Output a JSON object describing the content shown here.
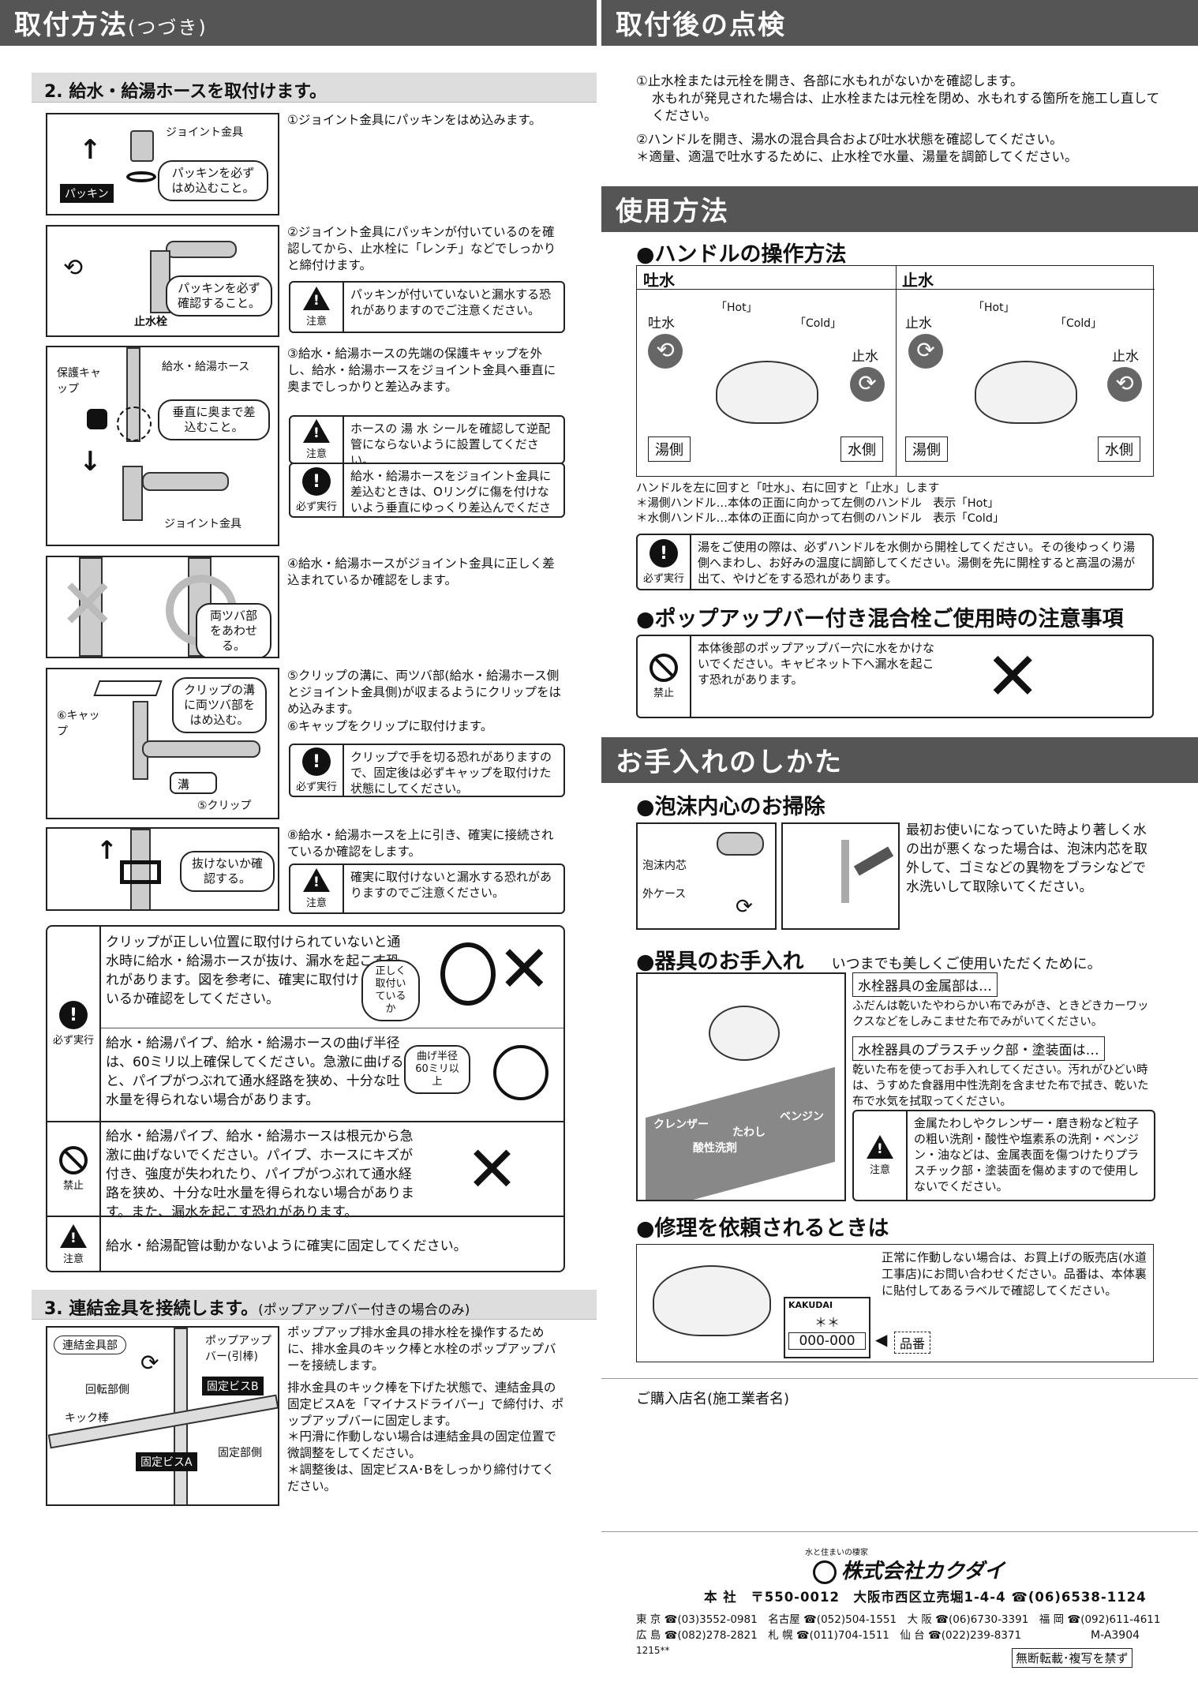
{
  "left": {
    "header_title": "取付方法",
    "header_sub": "(つづき)",
    "s2_title": "2. 給水・給湯ホースを取付けます。",
    "p1": {
      "step": "①ジョイント金具にパッキンをはめ込みます。",
      "label_joint": "ジョイント金具",
      "bubble": "パッキンを必ずはめ込むこと。",
      "tag": "パッキン"
    },
    "p2": {
      "step": "②ジョイント金具にパッキンが付いているのを確認してから、止水栓に「レンチ」などでしっかりと締付けます。",
      "bubble": "パッキンを必ず確認すること。",
      "label_valve": "止水栓",
      "note": "パッキンが付いていないと漏水する恐れがありますのでご注意ください。",
      "note_label": "注意"
    },
    "p3": {
      "step": "③給水・給湯ホースの先端の保護キャップを外し、給水・給湯ホースをジョイント金具へ垂直に奥までしっかりと差込みます。",
      "label_cap": "保護キャップ",
      "label_hose": "給水・給湯ホース",
      "bubble": "垂直に奥まで差込むこと。",
      "label_joint": "ジョイント金具",
      "note1": "ホースの 湯 水 シールを確認して逆配管にならないように設置してください。",
      "note1_label": "注意",
      "note2": "給水・給湯ホースをジョイント金具に差込むときは、Oリングに傷を付けないよう垂直にゆっくり差込んでください。",
      "note2_label": "必ず実行"
    },
    "p4": {
      "step": "④給水・給湯ホースがジョイント金具に正しく差込まれているか確認をします。",
      "bubble": "両ツバ部をあわせる。"
    },
    "p5": {
      "step5": "⑤クリップの溝に、両ツバ部(給水・給湯ホース側とジョイント金具側)が収まるようにクリップをはめ込みます。",
      "step6": "⑥キャップをクリップに取付けます。",
      "bubble": "クリップの溝に両ツバ部をはめ込む。",
      "label_cap": "⑥キャップ",
      "label_groove": "溝",
      "label_clip": "⑤クリップ",
      "note": "クリップで手を切る恐れがありますので、固定後は必ずキャップを取付けた状態にしてください。",
      "note_label": "必ず実行"
    },
    "p8": {
      "step": "⑧給水・給湯ホースを上に引き、確実に接続されているか確認をします。",
      "bubble": "抜けないか確認する。",
      "note": "確実に取付けないと漏水する恐れがありますのでご注意ください。",
      "note_label": "注意"
    },
    "warn": {
      "must_label": "必ず実行",
      "t1": "クリップが正しい位置に取付けられていないと通水時に給水・給湯ホースが抜け、漏水を起こす恐れがあります。図を参考に、確実に取付けられているか確認をしてください。",
      "b1": "正しく取付いているか",
      "t2": "給水・給湯パイプ、給水・給湯ホースの曲げ半径は、60ミリ以上確保してください。急激に曲げると、パイプがつぶれて通水経路を狭め、十分な吐水量を得られない場合があります。",
      "b2": "曲げ半径60ミリ以上",
      "prohibit_label": "禁止",
      "t3": "給水・給湯パイプ、給水・給湯ホースは根元から急激に曲げないでください。パイプ、ホースにキズが付き、強度が失われたり、パイプがつぶれて通水経路を狭め、十分な吐水量を得られない場合があります。また、漏水を起こす恐れがあります。",
      "caution_label": "注意",
      "t4": "給水・給湯配管は動かないように確実に固定してください。"
    },
    "s3_title": "3. 連結金具を接続します。",
    "s3_sub": "(ポップアップバー付きの場合のみ)",
    "s3": {
      "label_part": "連結金具部",
      "label_bar": "ポップアップバー(引棒)",
      "label_rot": "回転部側",
      "label_screwB": "固定ビスB",
      "label_kick": "キック棒",
      "label_fix": "固定部側",
      "label_screwA": "固定ビスA",
      "t1": "ポップアップ排水金具の排水栓を操作するために、排水金具のキック棒と水栓のポップアップバーを接続します。",
      "t2": "排水金具のキック棒を下げた状態で、連結金具の固定ビスAを「マイナスドライバー」で締付け、ポップアップバーに固定します。",
      "t3": "＊円滑に作動しない場合は連結金具の固定位置で微調整をしてください。",
      "t4": "＊調整後は、固定ビスA･Bをしっかり締付けてください。"
    }
  },
  "right": {
    "check_title": "取付後の点検",
    "check1": "①止水栓または元栓を開き、各部に水もれがないかを確認します。",
    "check1b": "水もれが発見された場合は、止水栓または元栓を閉め、水もれする箇所を施工し直してください。",
    "check2": "②ハンドルを開き、湯水の混合具合および吐水状態を確認してください。",
    "check3": "＊適量、適温で吐水するために、止水栓で水量、湯量を調節してください。",
    "use_title": "使用方法",
    "handle_title": "●ハンドルの操作方法",
    "col1": "吐水",
    "col2": "止水",
    "hot": "「Hot」",
    "cold": "「Cold」",
    "spout": "吐水",
    "stop": "止水",
    "hot_side": "湯側",
    "cold_side": "水側",
    "h1": "ハンドルを左に回すと「吐水」、右に回すと「止水」します",
    "h2": "＊湯側ハンドル…本体の正面に向かって左側のハンドル　表示「Hot」",
    "h3": "＊水側ハンドル…本体の正面に向かって右側のハンドル　表示「Cold」",
    "must_note": "湯をご使用の際は、必ずハンドルを水側から開栓してください。その後ゆっくり湯側へまわし、お好みの温度に調節してください。湯側を先に開栓すると高温の湯が出て、やけどをする恐れがあります。",
    "must_label": "必ず実行",
    "popup_title": "●ポップアップバー付き混合栓ご使用時の注意事項",
    "popup_note": "本体後部のポップアップバー穴に水をかけないでください。キャビネット下へ漏水を起こす恐れがあります。",
    "prohibit_label": "禁止",
    "care_title": "お手入れのしかた",
    "aerator_title": "●泡沫内心のお掃除",
    "aerator_core": "泡沫内芯",
    "aerator_case": "外ケース",
    "aerator_text": "最初お使いになっていた時より著しく水の出が悪くなった場合は、泡沫内芯を取外して、ゴミなどの異物をブラシなどで水洗いして取除いてください。",
    "fixture_title": "●器具のお手入れ",
    "fixture_sub": "いつまでも美しくご使用いただくために。",
    "metal_h": "水栓器具の金属部は…",
    "metal_t": "ふだんは乾いたやわらかい布でみがき、ときどきカーワックスなどをしみこませた布でみがいてください。",
    "plastic_h": "水栓器具のプラスチック部・塗装面は…",
    "plastic_t": "乾いた布を使ってお手入れしてください。汚れがひどい時は、うすめた食器用中性洗剤を含ませた布で拭き、乾いた布で水気を拭取ってください。",
    "care_note": "金属たわしやクレンザー・磨き粉など粒子の粗い洗剤・酸性や塩素系の洗剤・ベンジン・油などは、金属表面を傷つけたりプラスチック部・塗装面を傷めますので使用しないでください。",
    "care_label": "注意",
    "illus1": "クレンザー",
    "illus2": "酸性洗剤",
    "illus3": "たわし",
    "illus4": "ベンジン",
    "repair_title": "●修理を依頼されるときは",
    "repair_text": "正常に作動しない場合は、お買上げの販売店(水道工事店)にお問い合わせください。品番は、本体裏に貼付してあるラベルで確認してください。",
    "brand_small": "KAKUDAI",
    "stars": "＊＊",
    "code": "000-000",
    "hinban": "品番",
    "shop": "ご購入店名(施工業者名)",
    "company_tag": "水と住まいの棲家",
    "company": "株式会社カクダイ",
    "hq": "本 社　〒550-0012　大阪市西区立売堀1-4-4 ☎(06)6538-1124",
    "br1": "東 京 ☎(03)3552-0981　名古屋 ☎(052)504-1551　大 阪 ☎(06)6730-3391　福 岡 ☎(092)611-4611",
    "br2": "広 島 ☎(082)278-2821　札 幌 ☎(011)704-1511　仙 台 ☎(022)239-8371",
    "doc_code": "M-A3904",
    "print_code": "1215**",
    "copyright": "無断転載･複写を禁ず"
  }
}
